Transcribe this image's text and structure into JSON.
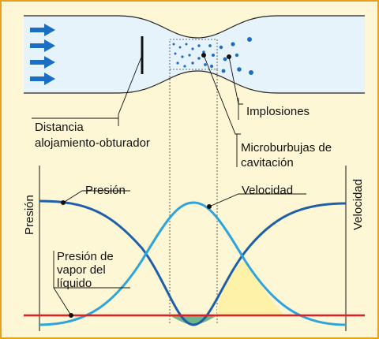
{
  "labels": {
    "distance_line1": "Distancia",
    "distance_line2": "alojamiento-obturador",
    "implosions": "Implosiones",
    "microbubbles_line1": "Microburbujas de",
    "microbubbles_line2": "cavitación",
    "pressure_curve": "Presión",
    "velocity_curve": "Velocidad",
    "vapor_line1": "Presión de",
    "vapor_line2": "vapor del",
    "vapor_line3": "líquido",
    "y_axis_left": "Presión",
    "y_axis_right": "Velocidad"
  },
  "colors": {
    "frame_border": "#e8a020",
    "background": "#fdf7d6",
    "pipe_fill": "#e6f3fb",
    "arrow": "#1a6fc4",
    "bubble": "#1a6fc4",
    "pressure_curve": "#1f5fa8",
    "velocity_curve": "#2ea3dc",
    "vapor_line": "#e02020",
    "green_region": "#6fb58a",
    "yellow_region": "#fdf2a8"
  }
}
